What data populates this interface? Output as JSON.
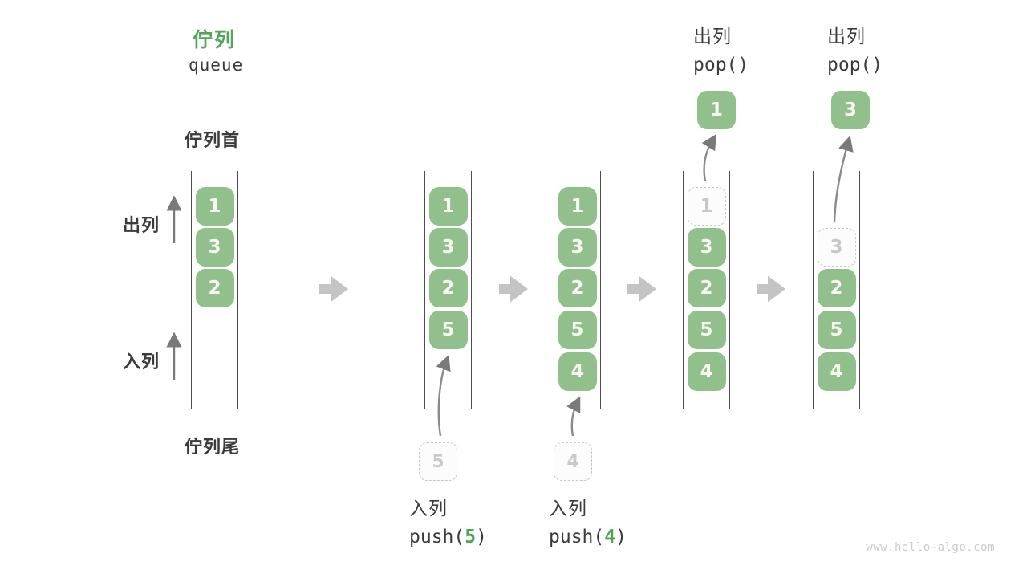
{
  "title": {
    "zh": "佇列",
    "en": "queue"
  },
  "side_labels": {
    "front": "佇列首",
    "rear": "佇列尾",
    "dequeue_direction": "出列",
    "enqueue_direction": "入列"
  },
  "states": [
    {
      "name": "initial",
      "cells": [
        {
          "value": "1",
          "style": "filled"
        },
        {
          "value": "3",
          "style": "filled"
        },
        {
          "value": "2",
          "style": "filled"
        }
      ]
    },
    {
      "name": "after-push-5",
      "cells": [
        {
          "value": "1",
          "style": "filled"
        },
        {
          "value": "3",
          "style": "filled"
        },
        {
          "value": "2",
          "style": "filled"
        },
        {
          "value": "5",
          "style": "filled"
        }
      ]
    },
    {
      "name": "after-push-4",
      "cells": [
        {
          "value": "1",
          "style": "filled"
        },
        {
          "value": "3",
          "style": "filled"
        },
        {
          "value": "2",
          "style": "filled"
        },
        {
          "value": "5",
          "style": "filled"
        },
        {
          "value": "4",
          "style": "filled"
        }
      ]
    },
    {
      "name": "pop-1",
      "cells": [
        {
          "value": "1",
          "style": "ghost"
        },
        {
          "value": "3",
          "style": "filled"
        },
        {
          "value": "2",
          "style": "filled"
        },
        {
          "value": "5",
          "style": "filled"
        },
        {
          "value": "4",
          "style": "filled"
        }
      ]
    },
    {
      "name": "pop-3",
      "cells": [
        {
          "value": "3",
          "style": "ghost"
        },
        {
          "value": "2",
          "style": "filled"
        },
        {
          "value": "5",
          "style": "filled"
        },
        {
          "value": "4",
          "style": "filled"
        }
      ]
    }
  ],
  "operations": {
    "push_5": {
      "label": "入列",
      "code_pre": "push(",
      "arg": "5",
      "code_post": ")",
      "staged_value": "5"
    },
    "push_4": {
      "label": "入列",
      "code_pre": "push(",
      "arg": "4",
      "code_post": ")",
      "staged_value": "4"
    },
    "pop_first": {
      "label": "出列",
      "code": "pop()",
      "result_value": "1"
    },
    "pop_second": {
      "label": "出列",
      "code": "pop()",
      "result_value": "3"
    }
  },
  "watermark": "www.hello-algo.com",
  "colors": {
    "cell_green": "#92c08c",
    "accent_green": "#53a55b",
    "ghost_gray": "#c7c7c7",
    "rail_gray": "#4f4f4f",
    "thin_arrow_gray": "#7a7a7a",
    "block_arrow_gray": "#c4c4c4",
    "text_dark": "#3b3b3b"
  }
}
